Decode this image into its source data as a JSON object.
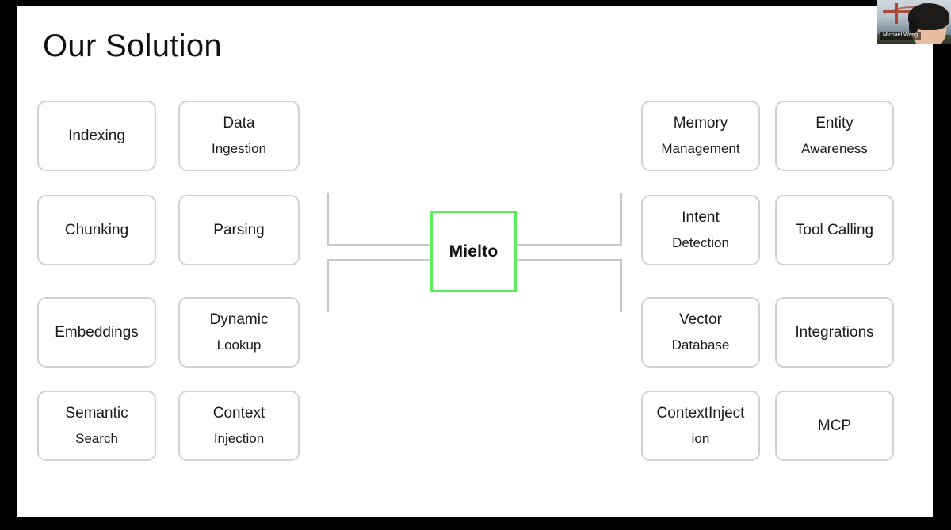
{
  "slide": {
    "title": "Our Solution",
    "background_color": "#ffffff",
    "frame_color": "#000000"
  },
  "hub": {
    "label": "Mielto",
    "border_color": "#5ced5c",
    "text_color": "#111111"
  },
  "cards": {
    "border_color": "#d2d2d2",
    "text_color": "#1a1a1a",
    "left_column": [
      {
        "line1": "Indexing",
        "line2": ""
      },
      {
        "line1": "Data",
        "line2": "Ingestion"
      },
      {
        "line1": "Chunking",
        "line2": ""
      },
      {
        "line1": "Parsing",
        "line2": ""
      },
      {
        "line1": "Embeddings",
        "line2": ""
      },
      {
        "line1": "Dynamic",
        "line2": "Lookup"
      },
      {
        "line1": "Semantic",
        "line2": "Search"
      },
      {
        "line1": "Context",
        "line2": "Injection"
      }
    ],
    "right_column": [
      {
        "line1": "Memory",
        "line2": "Management"
      },
      {
        "line1": "Entity",
        "line2": "Awareness"
      },
      {
        "line1": "Intent",
        "line2": "Detection"
      },
      {
        "line1": "Tool Calling",
        "line2": ""
      },
      {
        "line1": "Vector",
        "line2": "Database"
      },
      {
        "line1": "Integrations",
        "line2": ""
      },
      {
        "line1": "ContextInject",
        "line2": "ion"
      },
      {
        "line1": "MCP",
        "line2": ""
      }
    ]
  },
  "connectors": {
    "color": "#c9c9c9",
    "description": "bracket connectors linking left and right card groups to the central hub"
  },
  "webcam": {
    "participant_name": "Michael Wang",
    "background": "golden-gate-bridge"
  }
}
